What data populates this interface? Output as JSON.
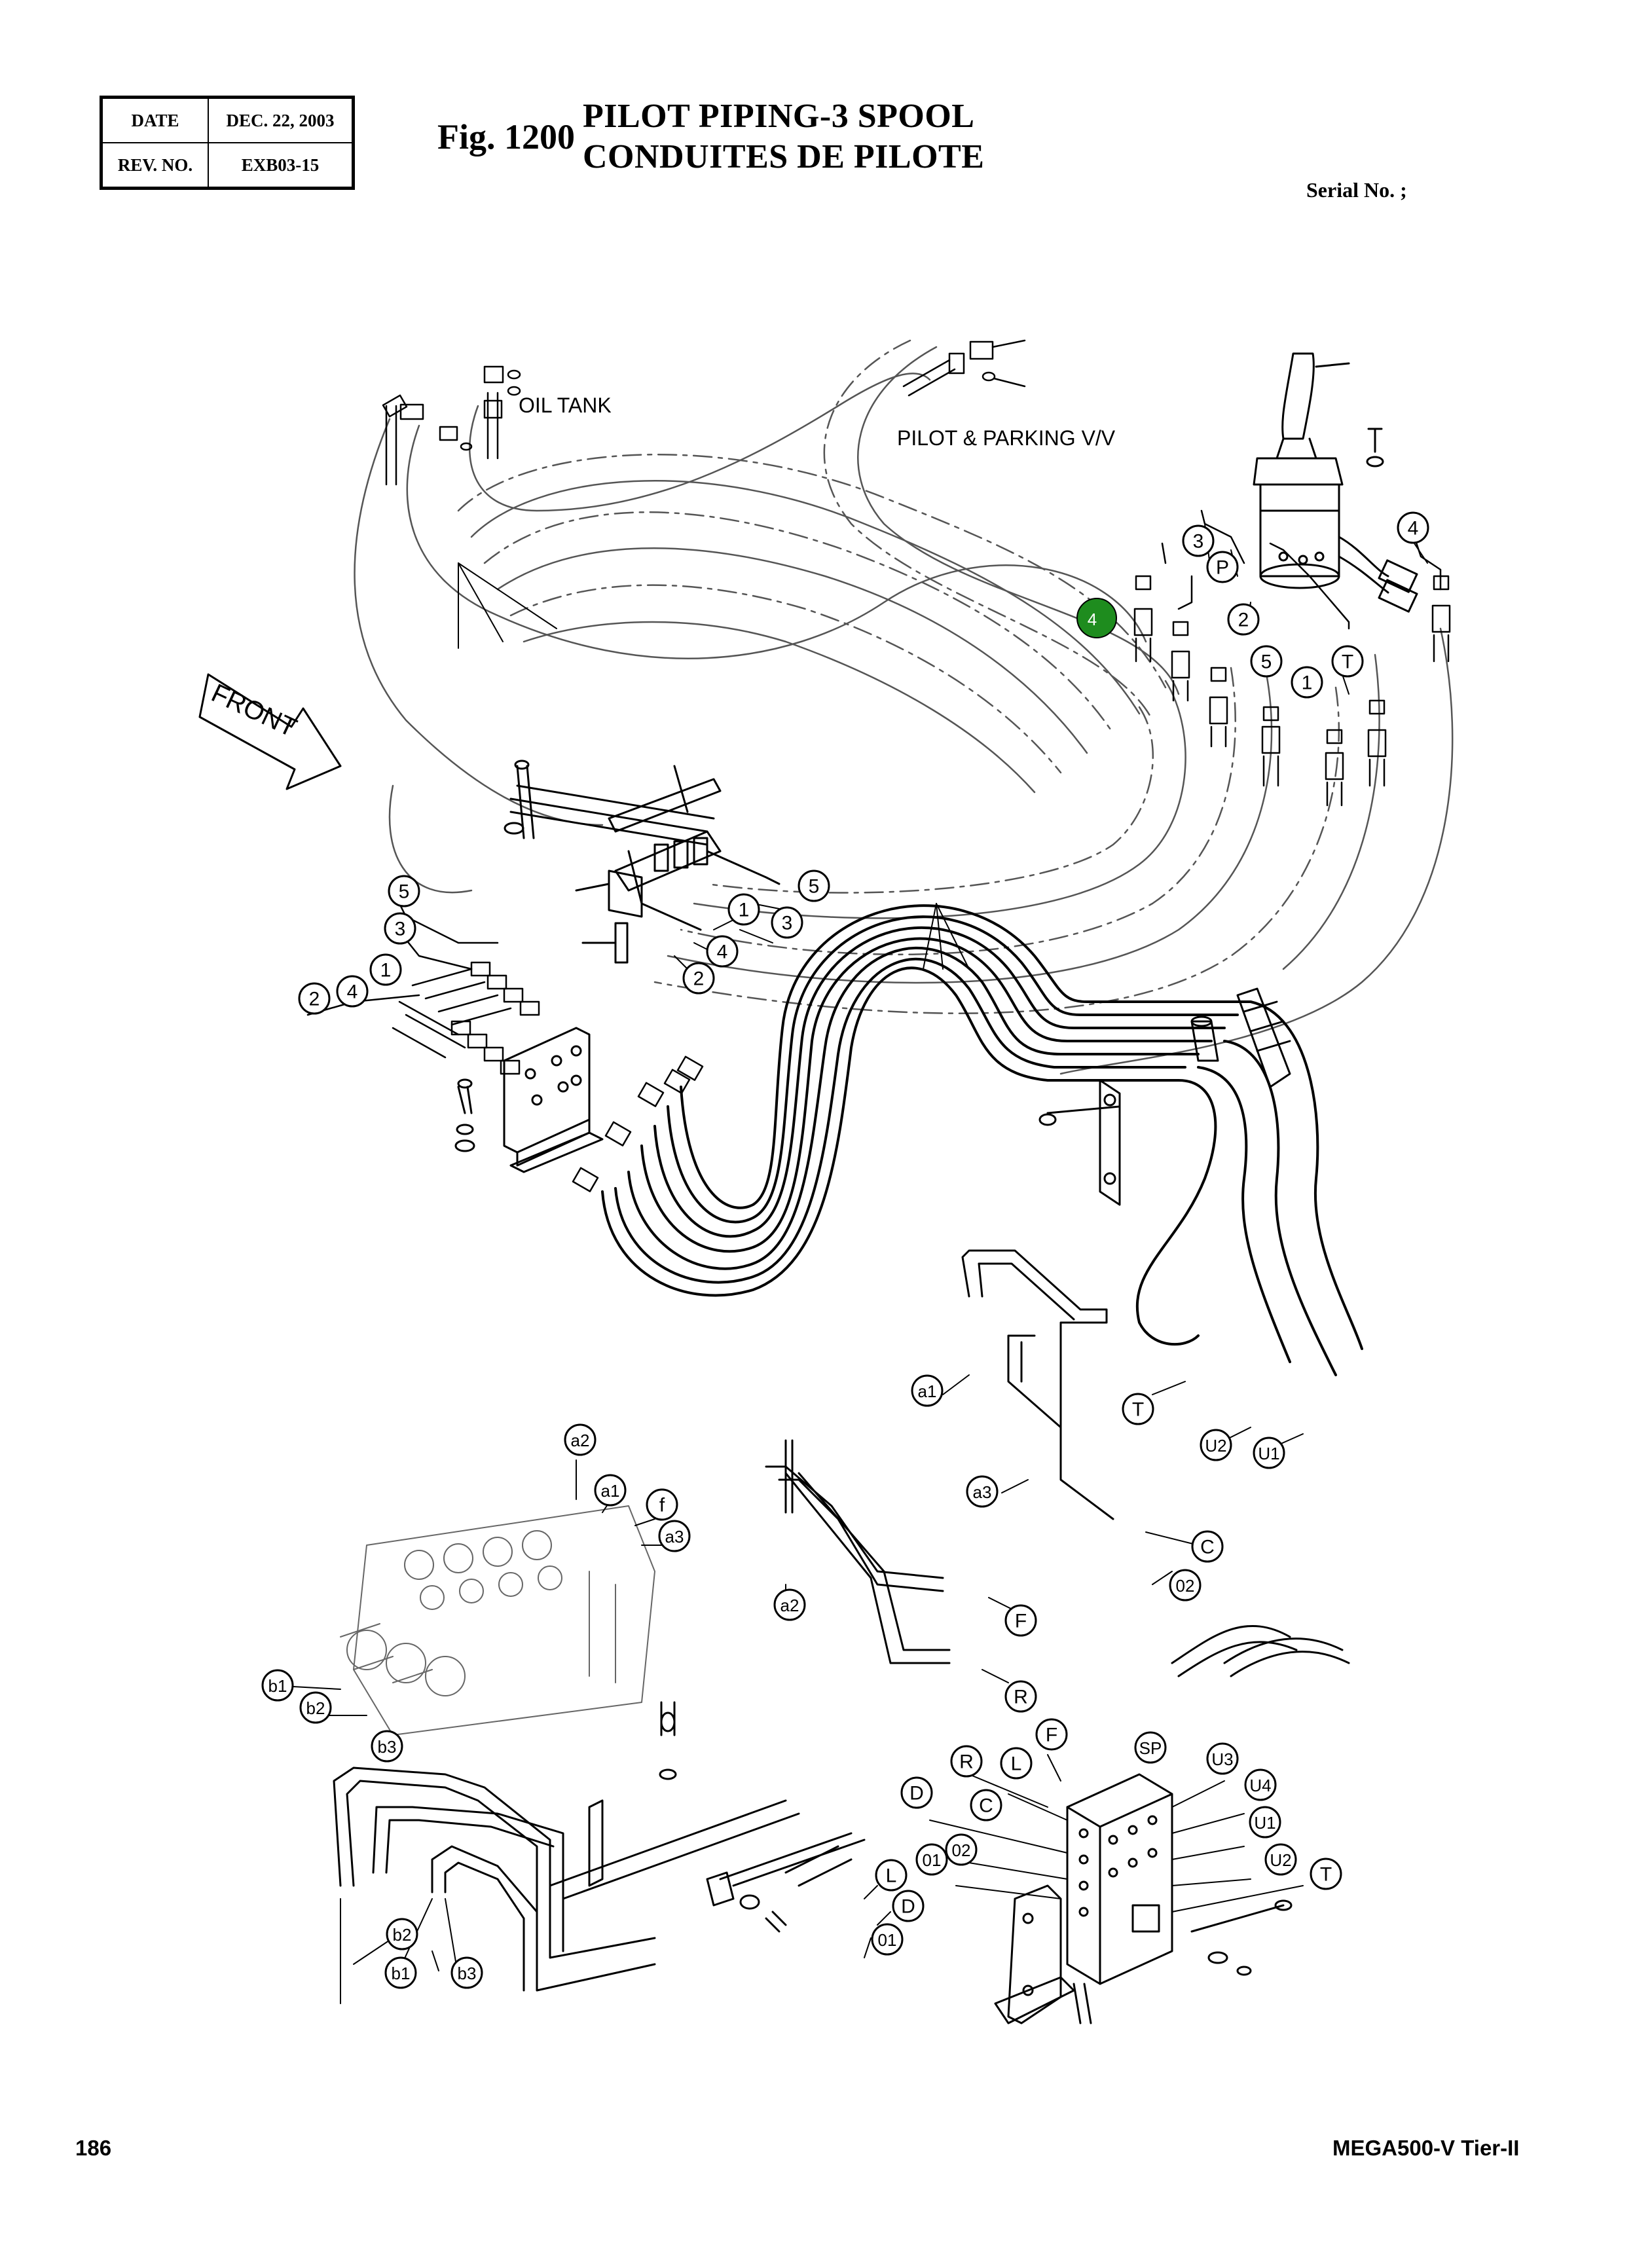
{
  "header": {
    "date_label": "DATE",
    "date_value": "DEC. 22, 2003",
    "rev_label": "REV. NO.",
    "rev_value": "EXB03-15",
    "fig_label": "Fig. 1200",
    "title_en": "PILOT PIPING-3 SPOOL",
    "title_fr": "CONDUITES DE PILOTE",
    "serial": "Serial No. ;"
  },
  "diagram": {
    "labels": {
      "oil_tank": "OIL TANK",
      "pilot_parking": "PILOT & PARKING V/V",
      "front": "FRONT"
    },
    "callouts": [
      "3",
      "P",
      "4",
      "2",
      "5",
      "1",
      "T",
      "5",
      "1",
      "3",
      "4",
      "2",
      "5",
      "3",
      "1",
      "2",
      "4",
      "a1",
      "T",
      "U2",
      "U1",
      "a3",
      "C",
      "02",
      "a2",
      "a1",
      "f",
      "a3",
      "a2",
      "F",
      "R",
      "b1",
      "b2",
      "b3",
      "F",
      "R",
      "L",
      "SP",
      "U3",
      "D",
      "C",
      "U4",
      "01",
      "02",
      "U1",
      "U2",
      "T",
      "L",
      "D",
      "01",
      "b2",
      "b1",
      "b3"
    ],
    "highlight_marker": "4",
    "highlight_color": "#1e8c1e"
  },
  "footer": {
    "page_number": "186",
    "model": "MEGA500-V Tier-II"
  }
}
